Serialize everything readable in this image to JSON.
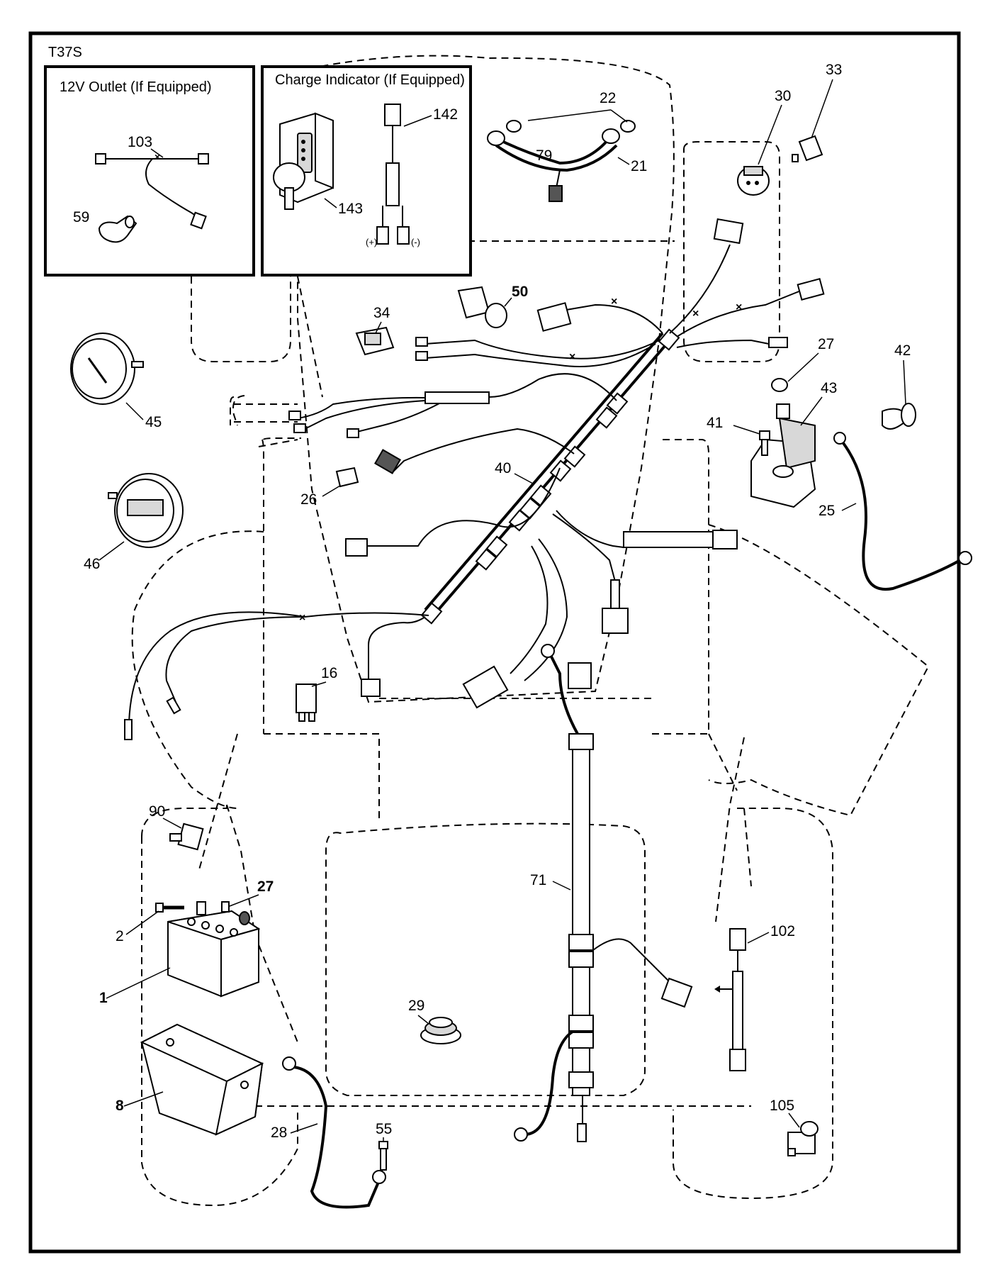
{
  "diagram_code": "T37S",
  "insets": [
    {
      "title": "12V Outlet (If Equipped)"
    },
    {
      "title": "Charge Indicator (If Equipped)"
    }
  ],
  "parts": {
    "p1": "1",
    "p2": "2",
    "p8": "8",
    "p16": "16",
    "p21": "21",
    "p22": "22",
    "p25": "25",
    "p26": "26",
    "p27a": "27",
    "p27b": "27",
    "p28": "28",
    "p29": "29",
    "p30": "30",
    "p33": "33",
    "p34": "34",
    "p40": "40",
    "p41": "41",
    "p42": "42",
    "p43": "43",
    "p45": "45",
    "p46": "46",
    "p50": "50",
    "p55": "55",
    "p59": "59",
    "p71": "71",
    "p79": "79",
    "p90": "90",
    "p102": "102",
    "p103": "103",
    "p105": "105",
    "p142": "142",
    "p143": "143"
  },
  "terminal_labels": {
    "plus": "(+)",
    "minus": "(-)"
  }
}
